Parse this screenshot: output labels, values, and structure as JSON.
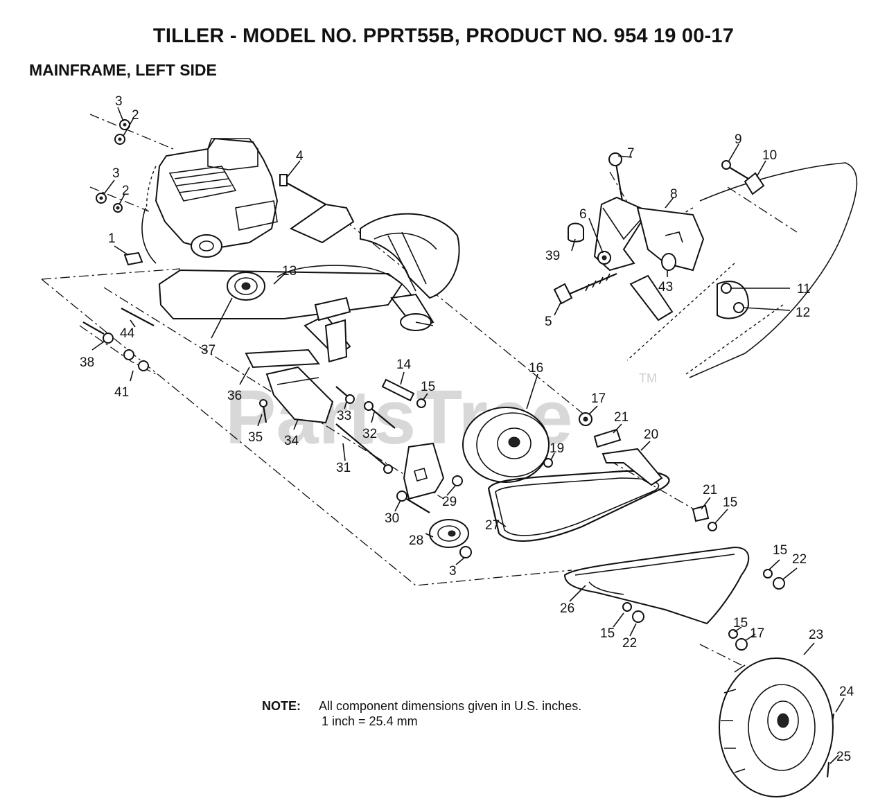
{
  "header": {
    "title": "TILLER - MODEL NO. PPRT55B, PRODUCT NO. 954 19 00-17",
    "subtitle": "MAINFRAME, LEFT SIDE"
  },
  "watermark": {
    "text": "PartsTree",
    "trademark": "TM"
  },
  "callouts": [
    {
      "id": "c3a",
      "label": "3"
    },
    {
      "id": "c2a",
      "label": "2"
    },
    {
      "id": "c3b",
      "label": "3"
    },
    {
      "id": "c2b",
      "label": "2"
    },
    {
      "id": "c4",
      "label": "4"
    },
    {
      "id": "c1",
      "label": "1"
    },
    {
      "id": "c13",
      "label": "13"
    },
    {
      "id": "c44",
      "label": "44"
    },
    {
      "id": "c37",
      "label": "37"
    },
    {
      "id": "c38",
      "label": "38"
    },
    {
      "id": "c41",
      "label": "41"
    },
    {
      "id": "c36",
      "label": "36"
    },
    {
      "id": "c35",
      "label": "35"
    },
    {
      "id": "c34",
      "label": "34"
    },
    {
      "id": "c33",
      "label": "33"
    },
    {
      "id": "c14",
      "label": "14"
    },
    {
      "id": "c15a",
      "label": "15"
    },
    {
      "id": "c32",
      "label": "32"
    },
    {
      "id": "c31",
      "label": "31"
    },
    {
      "id": "c16",
      "label": "16"
    },
    {
      "id": "c17a",
      "label": "17"
    },
    {
      "id": "c21a",
      "label": "21"
    },
    {
      "id": "c20",
      "label": "20"
    },
    {
      "id": "c19",
      "label": "19"
    },
    {
      "id": "c29",
      "label": "29"
    },
    {
      "id": "c30",
      "label": "30"
    },
    {
      "id": "c28",
      "label": "28"
    },
    {
      "id": "c3c",
      "label": "3"
    },
    {
      "id": "c27",
      "label": "27"
    },
    {
      "id": "c21b",
      "label": "21"
    },
    {
      "id": "c15b",
      "label": "15"
    },
    {
      "id": "c15c",
      "label": "15"
    },
    {
      "id": "c22a",
      "label": "22"
    },
    {
      "id": "c26",
      "label": "26"
    },
    {
      "id": "c15d",
      "label": "15"
    },
    {
      "id": "c22b",
      "label": "22"
    },
    {
      "id": "c15e",
      "label": "15"
    },
    {
      "id": "c17b",
      "label": "17"
    },
    {
      "id": "c23",
      "label": "23"
    },
    {
      "id": "c24",
      "label": "24"
    },
    {
      "id": "c25",
      "label": "25"
    },
    {
      "id": "c7",
      "label": "7"
    },
    {
      "id": "c9",
      "label": "9"
    },
    {
      "id": "c10",
      "label": "10"
    },
    {
      "id": "c8",
      "label": "8"
    },
    {
      "id": "c6",
      "label": "6"
    },
    {
      "id": "c39",
      "label": "39"
    },
    {
      "id": "c43",
      "label": "43"
    },
    {
      "id": "c5",
      "label": "5"
    },
    {
      "id": "c11",
      "label": "11"
    },
    {
      "id": "c12",
      "label": "12"
    }
  ],
  "note": {
    "label": "NOTE:",
    "line1": "All component dimensions given in U.S. inches.",
    "line2": "1 inch = 25.4 mm"
  }
}
